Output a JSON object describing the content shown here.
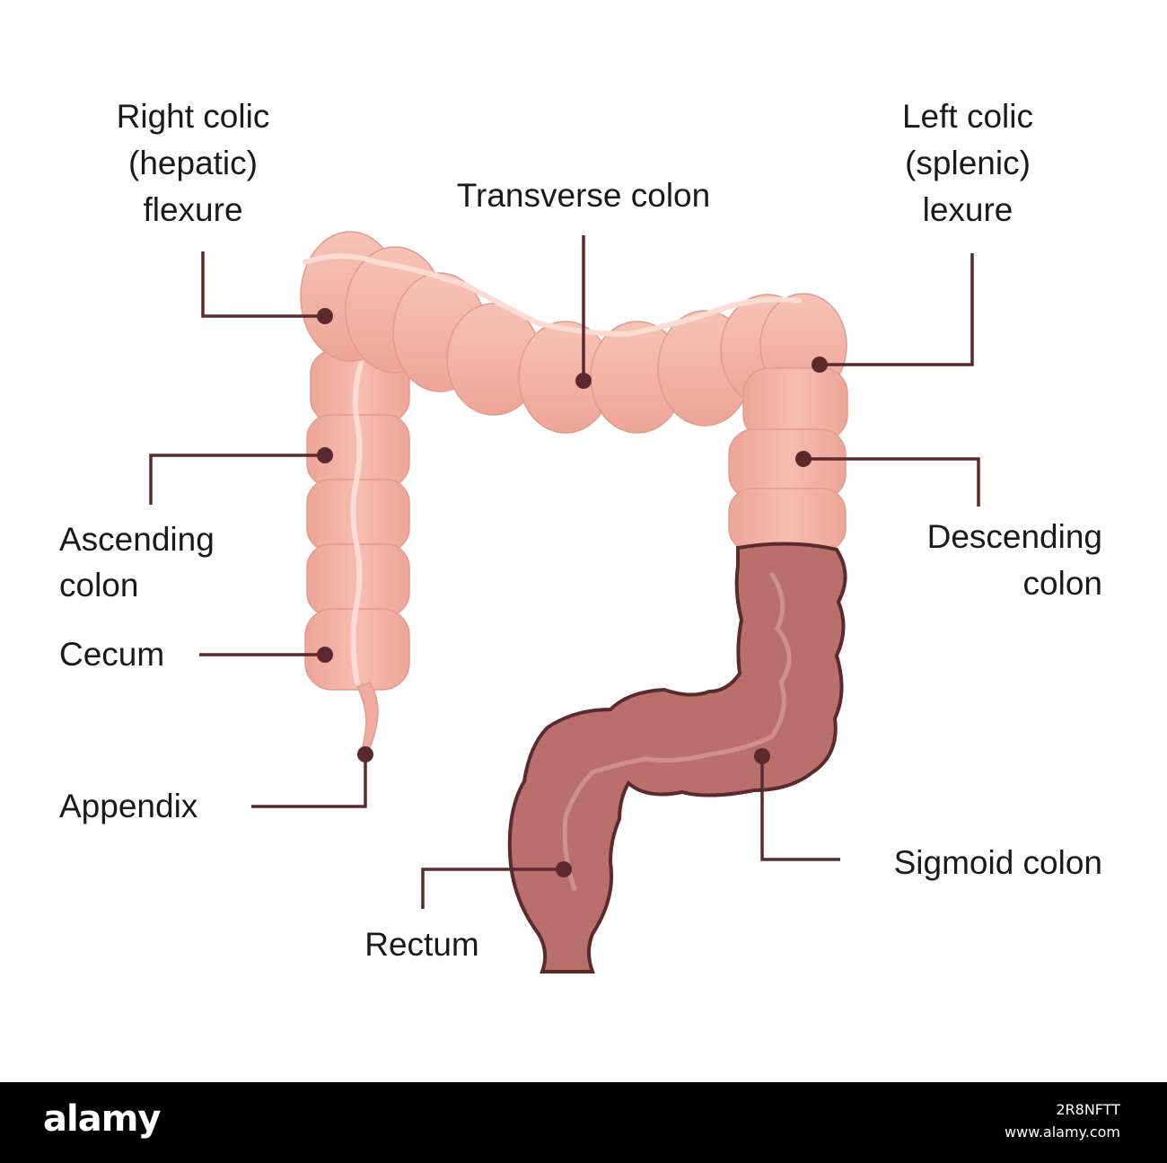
{
  "labels": {
    "right_flexure": [
      "Right colic",
      "(hepatic)",
      "flexure"
    ],
    "transverse": "Transverse colon",
    "left_flexure": [
      "Left colic",
      "(splenic)",
      "lexure"
    ],
    "ascending": [
      "Ascending",
      "colon"
    ],
    "descending": [
      "Descending",
      "colon"
    ],
    "cecum": "Cecum",
    "appendix": "Appendix",
    "sigmoid": "Sigmoid colon",
    "rectum": "Rectum"
  },
  "watermark": {
    "brand": "alamy",
    "image_id": "2R8NFTT",
    "url": "www.alamy.com"
  },
  "colors": {
    "colon_light": "#f3b3a6",
    "colon_highlight": "#fbd6cc",
    "colon_shadow": "#e4998c",
    "sigmoid_fill": "#b9706d",
    "sigmoid_outline": "#5a2a2e",
    "leader": "#5a2a2e",
    "text": "#1a1a1a"
  }
}
